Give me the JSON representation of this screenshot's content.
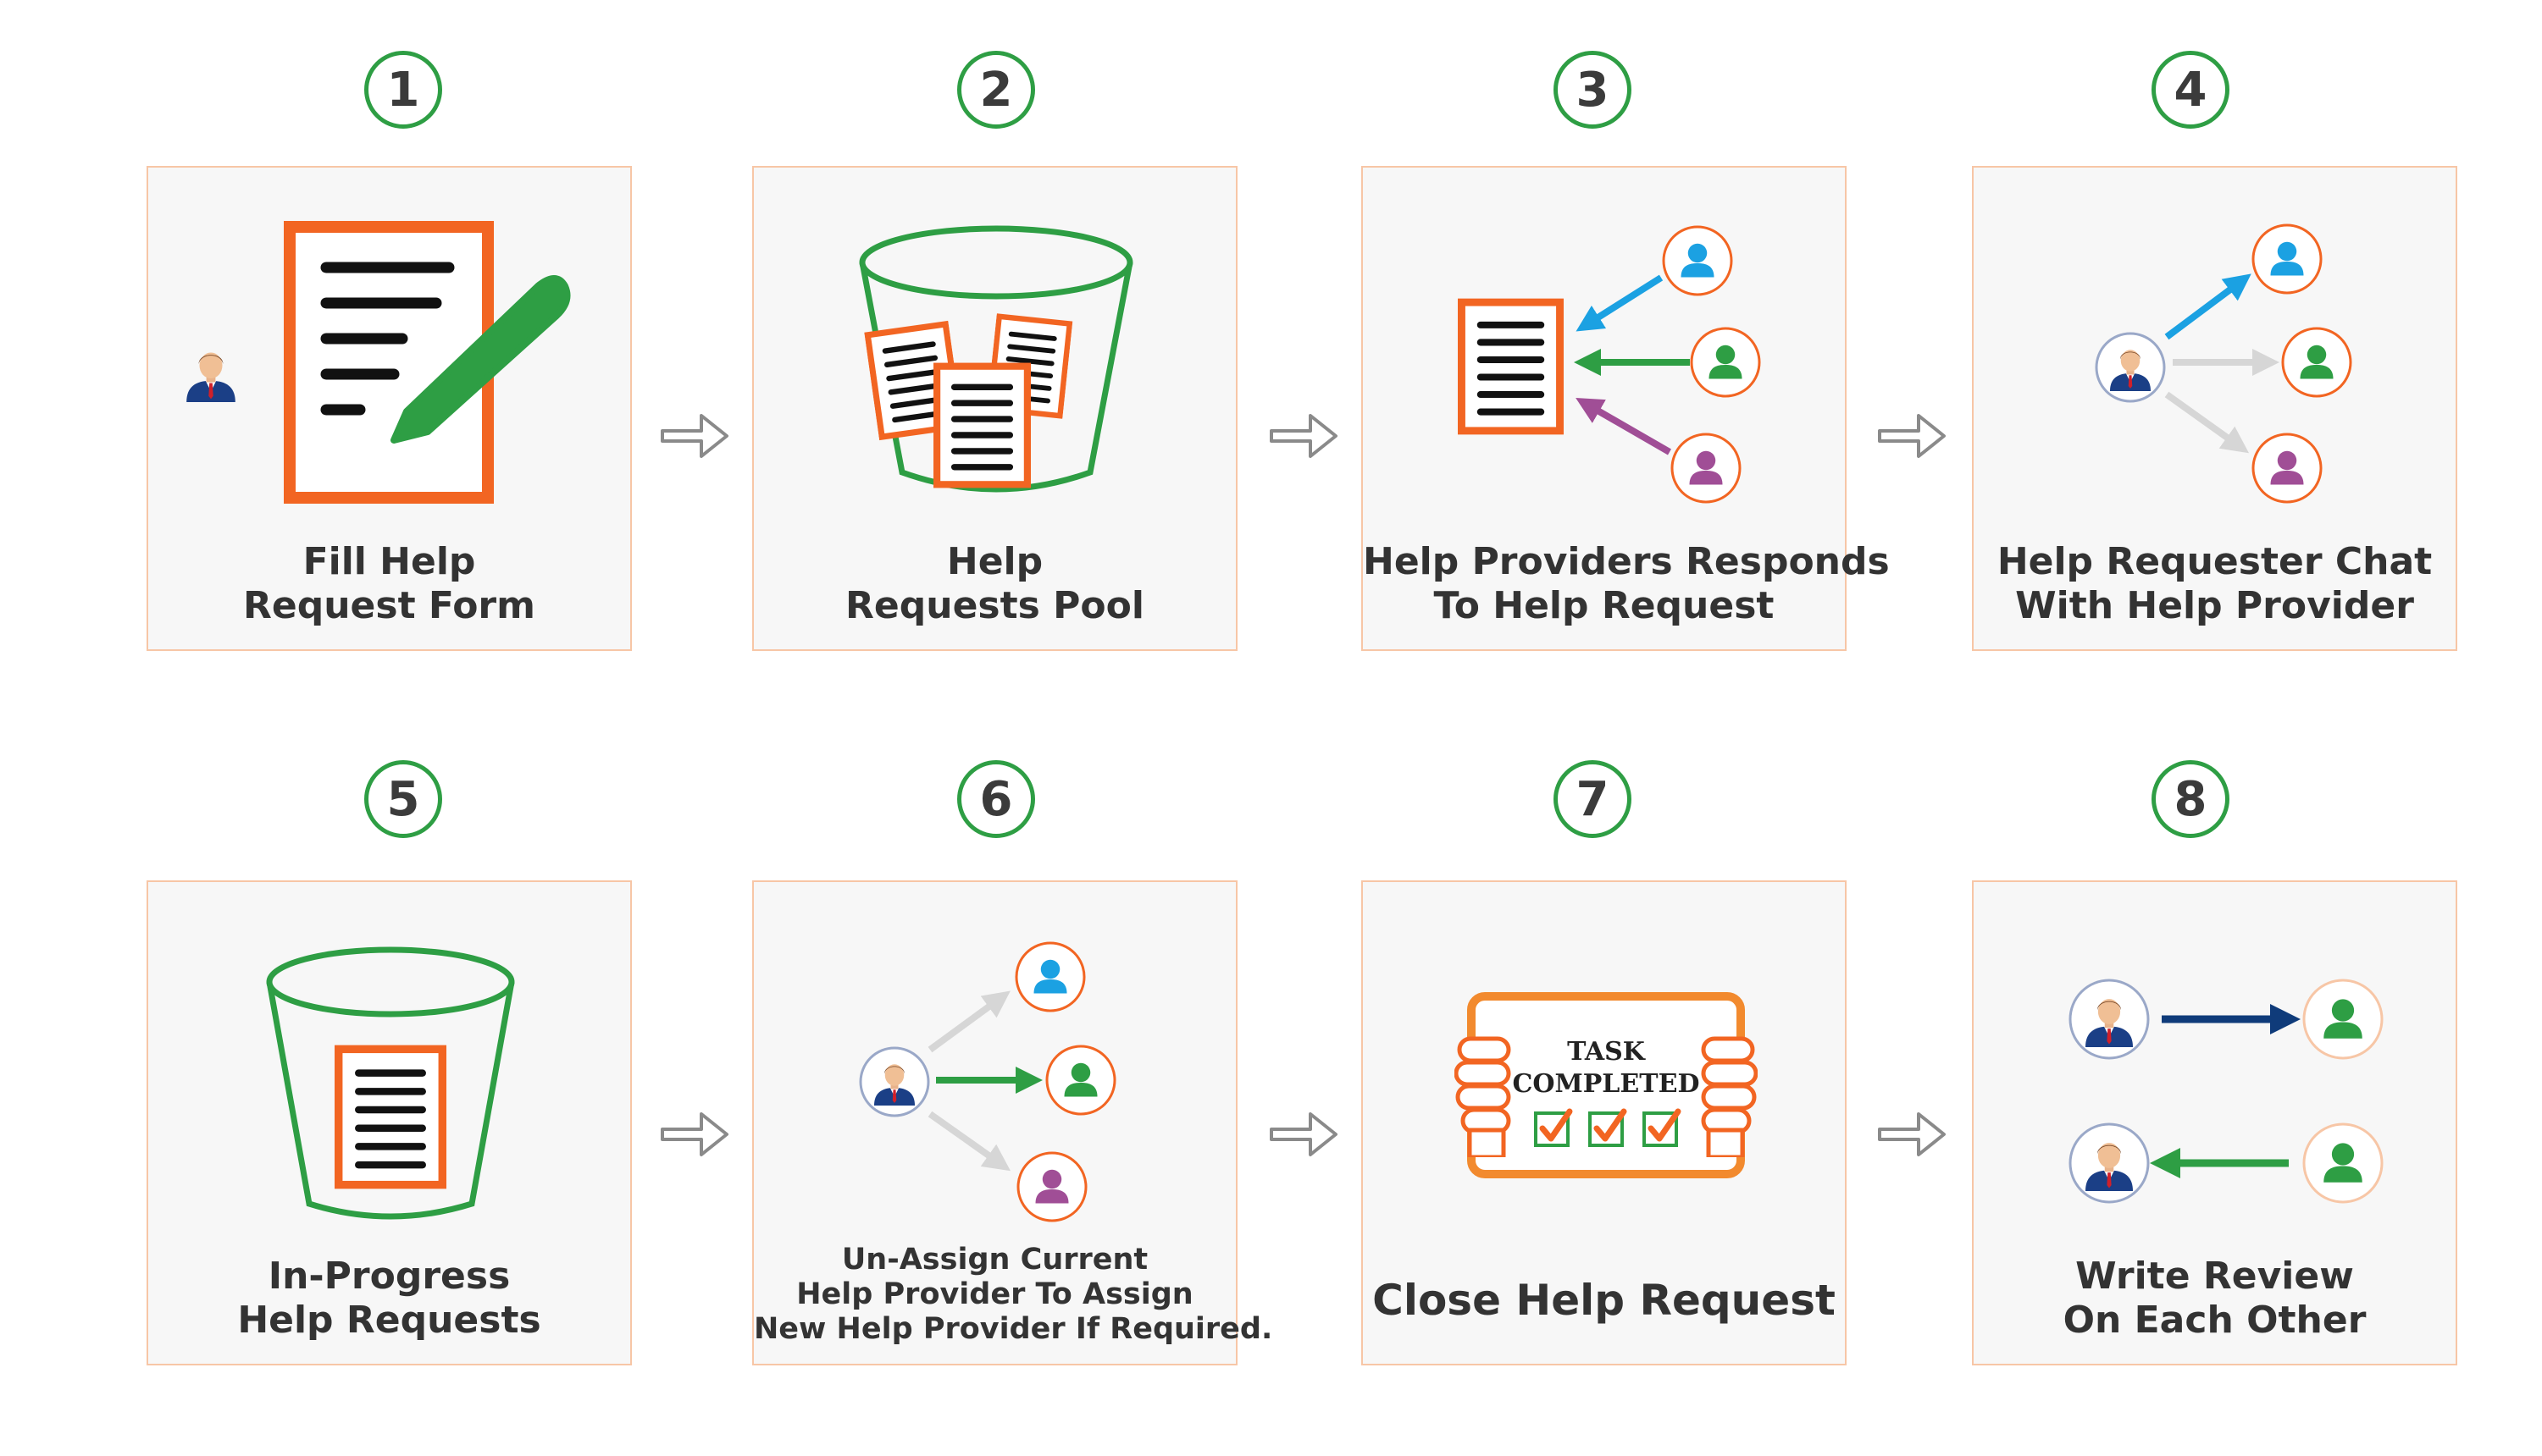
{
  "steps": [
    {
      "number": "1",
      "title_lines": [
        "Fill Help",
        "Request Form"
      ]
    },
    {
      "number": "2",
      "title_lines": [
        "Help",
        "Requests Pool"
      ]
    },
    {
      "number": "3",
      "title_lines": [
        "Help Providers Responds",
        "To Help Request"
      ]
    },
    {
      "number": "4",
      "title_lines": [
        "Help Requester Chat",
        "With Help Provider"
      ]
    },
    {
      "number": "5",
      "title_lines": [
        "In-Progress",
        "Help Requests"
      ]
    },
    {
      "number": "6",
      "title_lines": [
        "Un-Assign Current",
        "Help Provider To Assign",
        "New Help Provider If Required."
      ]
    },
    {
      "number": "7",
      "title_lines": [
        "Close Help Request"
      ]
    },
    {
      "number": "8",
      "title_lines": [
        "Write Review",
        "On Each Other"
      ]
    }
  ],
  "task_sign": {
    "line1": "TASK",
    "line2": "COMPLETED"
  },
  "colors": {
    "accent_green": "#2e9e44",
    "accent_orange": "#f26522",
    "card_border": "#f7c6a6",
    "blue": "#1ba1e2",
    "purple": "#a04e96",
    "navy": "#0f3b7a",
    "gray_arrow": "#d6d6d6"
  }
}
